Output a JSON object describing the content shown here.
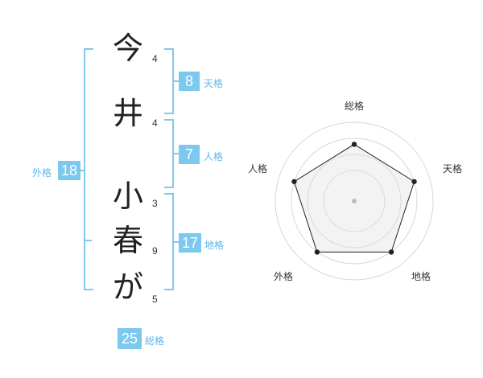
{
  "characters": [
    {
      "char": "今",
      "strokes": "4"
    },
    {
      "char": "井",
      "strokes": "4"
    },
    {
      "char": "小",
      "strokes": "3"
    },
    {
      "char": "春",
      "strokes": "9"
    },
    {
      "char": "が",
      "strokes": "5"
    }
  ],
  "kakusu": {
    "tenkaku": {
      "value": "8",
      "label": "天格"
    },
    "jinkaku": {
      "value": "7",
      "label": "人格"
    },
    "chikaku": {
      "value": "17",
      "label": "地格"
    },
    "gaikaku": {
      "value": "18",
      "label": "外格"
    },
    "soukaku": {
      "value": "25",
      "label": "総格"
    }
  },
  "colors": {
    "accent": "#7cc8ef",
    "label": "#60b6e6"
  },
  "chart_data": {
    "type": "radar",
    "axes": [
      "総格",
      "天格",
      "地格",
      "外格",
      "人格"
    ],
    "values": [
      0.72,
      0.8,
      0.8,
      0.8,
      0.8
    ],
    "rings": 4
  }
}
